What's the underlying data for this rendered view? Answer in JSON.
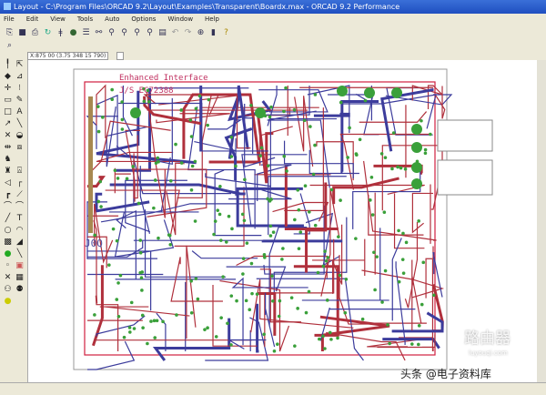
{
  "window": {
    "title": "Layout - C:\\Program Files\\ORCAD 9.2\\Layout\\Examples\\Transparent\\Boardx.max - ORCAD 9.2 Performance"
  },
  "menu": [
    "File",
    "Edit",
    "View",
    "Tools",
    "Auto",
    "Options",
    "Window",
    "Help"
  ],
  "toolbar": [
    "open-icon",
    "save-icon",
    "print-icon",
    "refresh-icon",
    "probe-icon",
    "component-icon",
    "spreadsheet-icon",
    "netlist-icon",
    "zoom-in-icon",
    "zoom-out-icon",
    "zoom-all-icon",
    "zoom-previous-icon",
    "zoom-window-icon",
    "undo-icon",
    "redo-icon",
    "globe-icon",
    "layer-icon",
    "help-icon"
  ],
  "tab": {
    "coords": "X:875 00 (3.75 348 15 790)"
  },
  "board": {
    "title_line1": "Enhanced Interface",
    "title_line2": "J/S EC72388",
    "label": "J0Q"
  },
  "colors": {
    "top": "#b0303c",
    "bottom": "#3c3c9c",
    "pad": "#3aa03a",
    "outline": "#d02040"
  },
  "watermark": {
    "site": "路由器",
    "domain": "luyouqi.com",
    "credit": "头条 @电子资料库"
  }
}
